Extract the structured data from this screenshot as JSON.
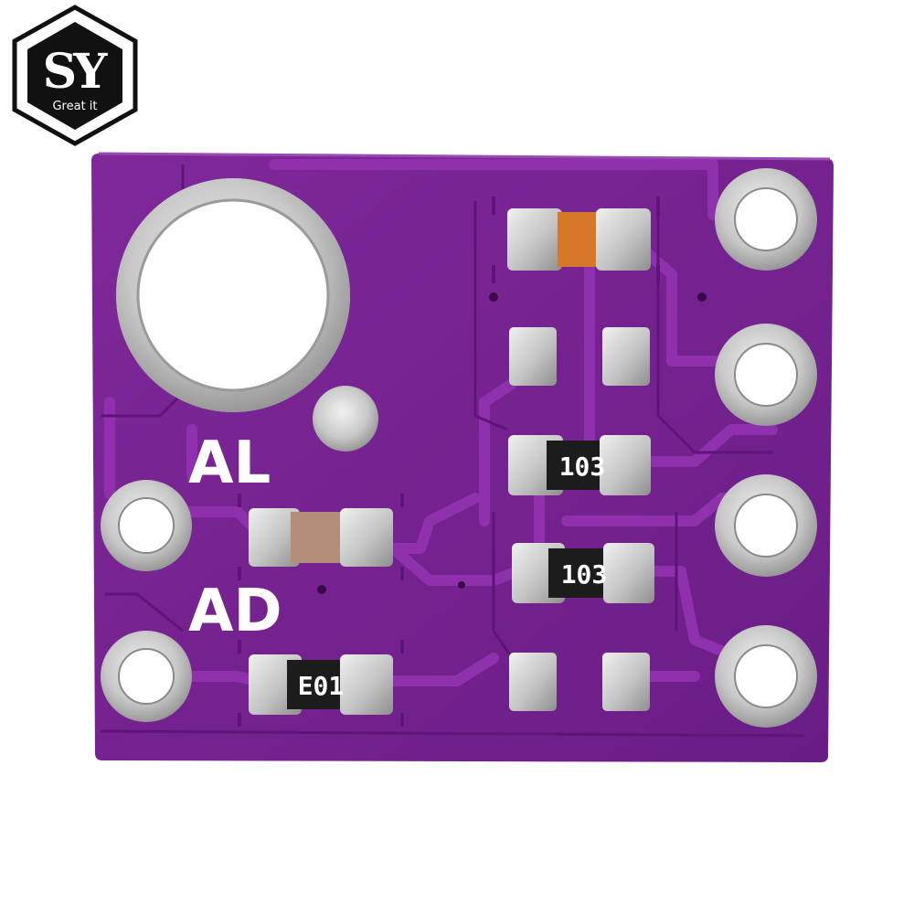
{
  "logo": {
    "letters": "SY",
    "tagline": "Great it"
  },
  "silkscreen": {
    "label_top": "AL",
    "label_bottom": "AD"
  },
  "components": {
    "resistor_upper": "103",
    "resistor_lower": "103",
    "resistor_bottom": "E01"
  },
  "colors": {
    "pcb": "#7a2594",
    "pcb_dark": "#5e1577",
    "trace": "#8f30ad",
    "pad": "#c9c9c9",
    "silkscreen": "#ffffff",
    "capacitor_orange": "#d5782a",
    "capacitor_tan": "#b48d78",
    "resistor_body": "#1c1c1c"
  }
}
